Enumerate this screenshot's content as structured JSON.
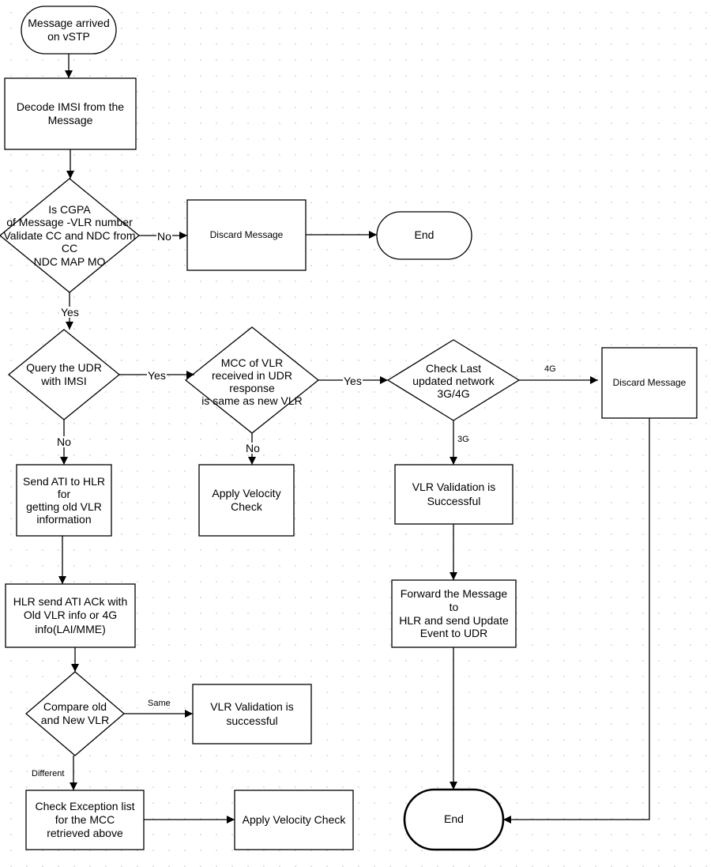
{
  "nodes": {
    "start": "Message arrived\non vSTP",
    "decode": "Decode IMSI from the\nMessage",
    "cgpa_check": "Is CGPA\n of Message -VLR number\nValidate CC and NDC from\nCC\nNDC MAP MO",
    "discard_1": "Discard Message",
    "end_1": "End",
    "query_udr": "Query the UDR\nwith IMSI",
    "mcc_check": "MCC of VLR\nreceived in UDR\nresponse\n is same as new VLR",
    "check_last": "Check Last\nupdated network\n3G/4G",
    "discard_2": "Discard Message",
    "send_ati": "Send ATI to HLR\nfor\n getting old VLR\ninformation",
    "velocity_1": "Apply Velocity\nCheck",
    "vlr_success_1": "VLR Validation is\nSuccessful",
    "hlr_ack": "HLR send ATI ACk with\nOld VLR info or 4G\ninfo(LAI/MME)",
    "forward": "Forward the Message\nto\nHLR and send Update\nEvent to UDR",
    "compare": "Compare old\nand New VLR",
    "vlr_success_2": "VLR Validation is\nsuccessful",
    "exception": "Check Exception list\nfor the MCC\nretrieved above",
    "velocity_2": "Apply Velocity Check",
    "end_2": "End"
  },
  "edge_labels": {
    "cgpa_no": "No",
    "cgpa_yes": "Yes",
    "udr_yes": "Yes",
    "udr_no": "No",
    "mcc_yes": "Yes",
    "mcc_no": "No",
    "net_4g": "4G",
    "net_3g": "3G",
    "cmp_same": "Same",
    "cmp_different": "Different"
  },
  "colors": {
    "stroke": "#000000",
    "fill": "#ffffff",
    "grid_dot": "#dcdcdc"
  }
}
